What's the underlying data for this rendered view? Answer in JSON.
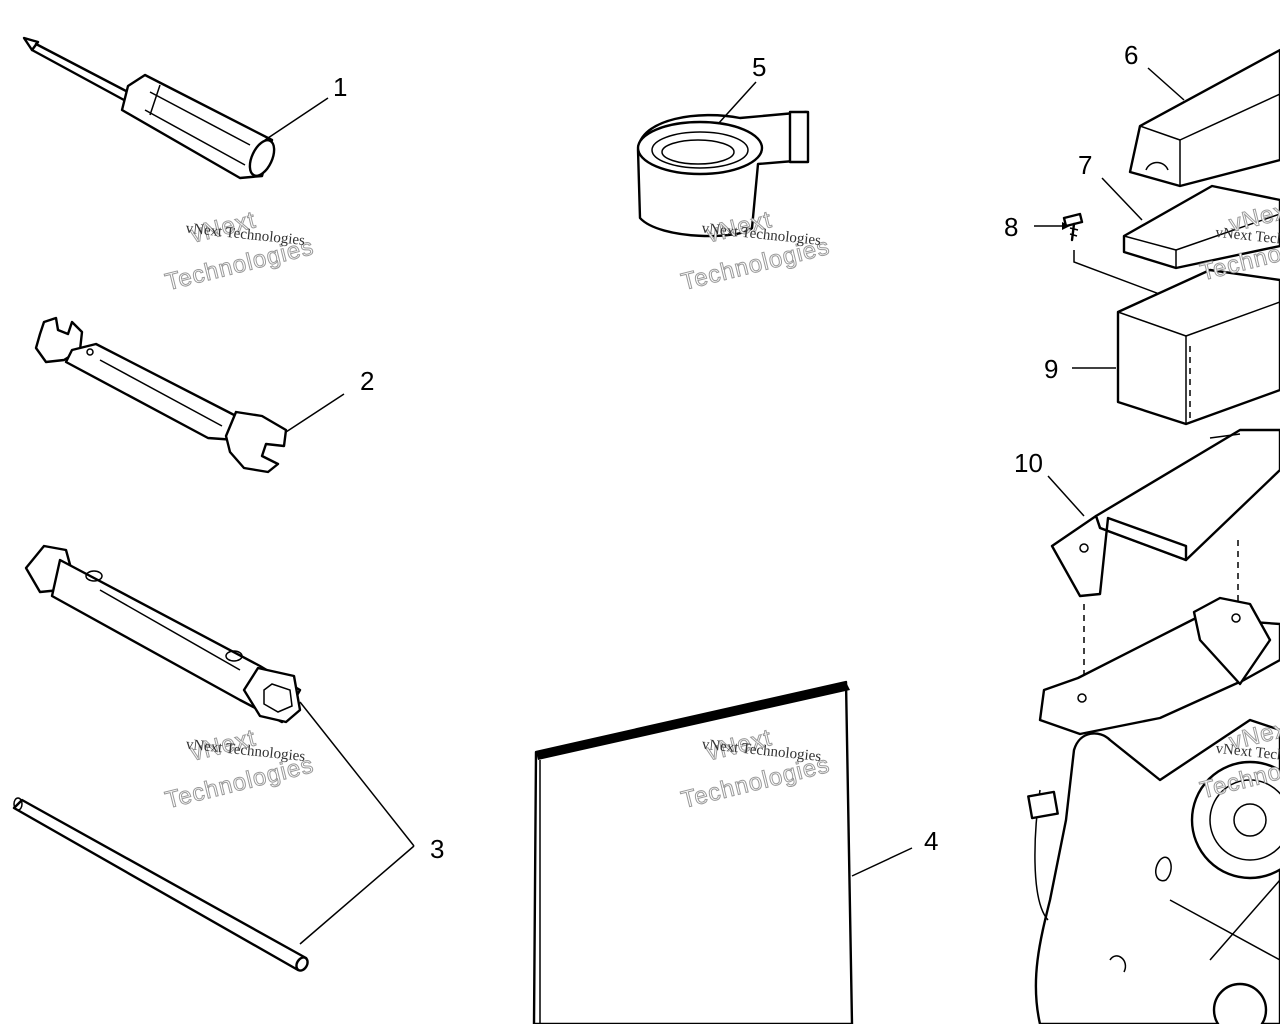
{
  "callouts": {
    "c1": "1",
    "c2": "2",
    "c3": "3",
    "c4": "4",
    "c5": "5",
    "c6": "6",
    "c7": "7",
    "c8": "8",
    "c9": "9",
    "c10": "10"
  },
  "watermark": {
    "line1": "vNext Technologies",
    "outline_top": "vNext",
    "outline_bottom": "Technologies"
  },
  "parts": {
    "1": "screwdriver-icon",
    "2": "open-end-wrench-icon",
    "3": "spark-plug-socket-wrench-icon",
    "4": "owners-manual-icon",
    "5": "strap-roll-icon",
    "6": "tool-pouch-lid-icon",
    "7": "pad-icon",
    "8": "screw-icon",
    "9": "tool-box-icon",
    "10": "bracket-icon"
  },
  "colors": {
    "line": "#000000",
    "background": "#ffffff",
    "watermark": "#9a9a9a"
  }
}
